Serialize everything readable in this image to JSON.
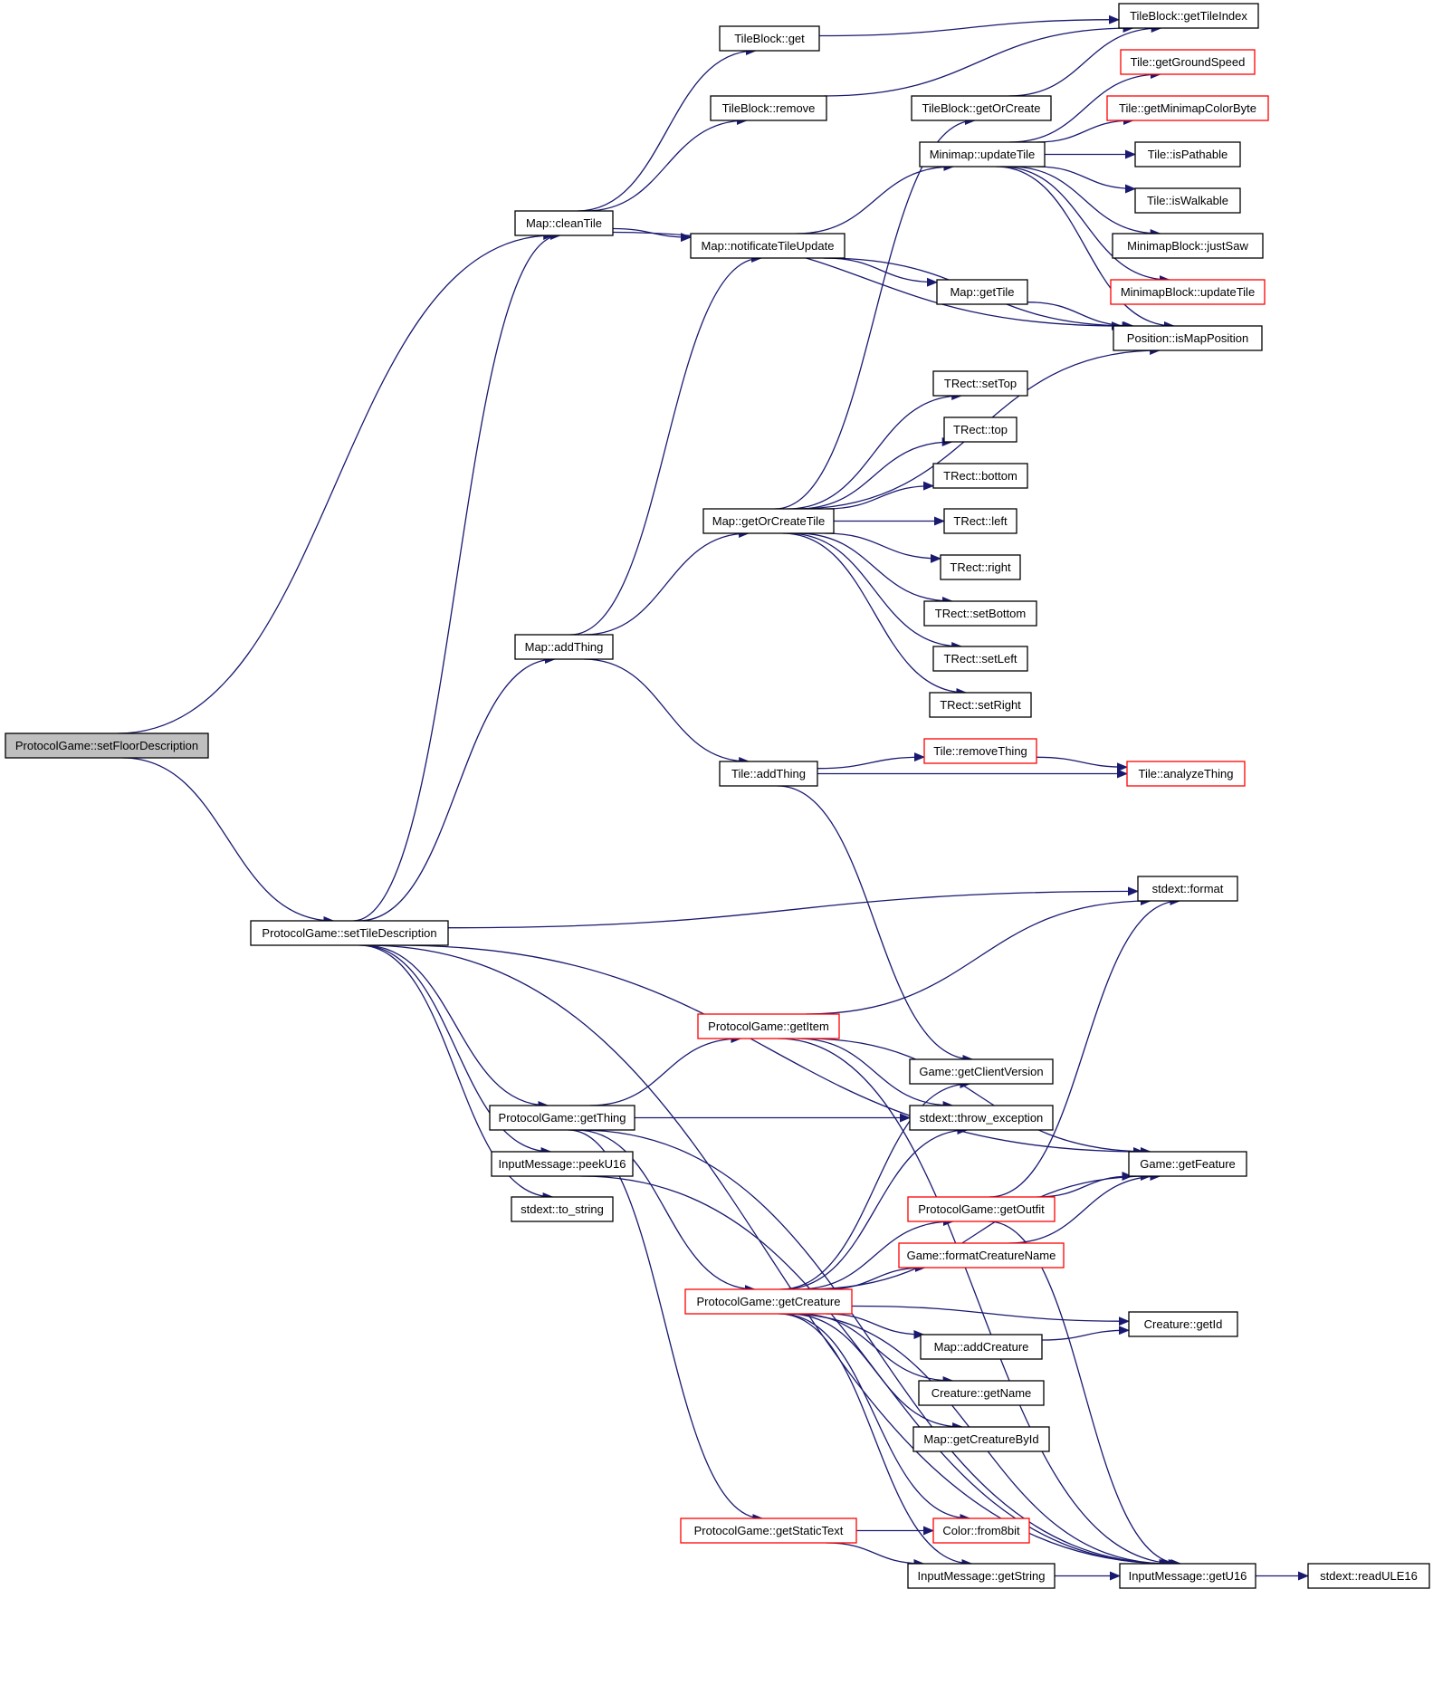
{
  "colors": {
    "edge": "#191970",
    "normal_border": "#000000",
    "truncated_border": "#ff0000",
    "root_fill": "#bfbfbf",
    "node_fill": "#ffffff"
  },
  "nodes": [
    {
      "id": "setFloorDescription",
      "label": "ProtocolGame::setFloorDescription",
      "style": "root"
    },
    {
      "id": "cleanTile",
      "label": "Map::cleanTile",
      "style": "normal"
    },
    {
      "id": "addThingMap",
      "label": "Map::addThing",
      "style": "normal"
    },
    {
      "id": "setTileDescription",
      "label": "ProtocolGame::setTileDescription",
      "style": "normal"
    },
    {
      "id": "tbGet",
      "label": "TileBlock::get",
      "style": "normal"
    },
    {
      "id": "tbRemove",
      "label": "TileBlock::remove",
      "style": "normal"
    },
    {
      "id": "tbGetTileIndex",
      "label": "TileBlock::getTileIndex",
      "style": "normal"
    },
    {
      "id": "tbGetOrCreate",
      "label": "TileBlock::getOrCreate",
      "style": "normal"
    },
    {
      "id": "notificateTileUpdate",
      "label": "Map::notificateTileUpdate",
      "style": "normal"
    },
    {
      "id": "minimapUpdateTile",
      "label": "Minimap::updateTile",
      "style": "normal"
    },
    {
      "id": "getGroundSpeed",
      "label": "Tile::getGroundSpeed",
      "style": "truncated"
    },
    {
      "id": "getMinimapColorByte",
      "label": "Tile::getMinimapColorByte",
      "style": "truncated"
    },
    {
      "id": "isPathable",
      "label": "Tile::isPathable",
      "style": "normal"
    },
    {
      "id": "isWalkable",
      "label": "Tile::isWalkable",
      "style": "normal"
    },
    {
      "id": "justSaw",
      "label": "MinimapBlock::justSaw",
      "style": "normal"
    },
    {
      "id": "mbUpdateTile",
      "label": "MinimapBlock::updateTile",
      "style": "truncated"
    },
    {
      "id": "getTile",
      "label": "Map::getTile",
      "style": "normal"
    },
    {
      "id": "isMapPosition",
      "label": "Position::isMapPosition",
      "style": "normal"
    },
    {
      "id": "getOrCreateTile",
      "label": "Map::getOrCreateTile",
      "style": "normal"
    },
    {
      "id": "setTop",
      "label": "TRect::setTop",
      "style": "normal"
    },
    {
      "id": "top",
      "label": "TRect::top",
      "style": "normal"
    },
    {
      "id": "bottom",
      "label": "TRect::bottom",
      "style": "normal"
    },
    {
      "id": "left",
      "label": "TRect::left",
      "style": "normal"
    },
    {
      "id": "right",
      "label": "TRect::right",
      "style": "normal"
    },
    {
      "id": "setBottom",
      "label": "TRect::setBottom",
      "style": "normal"
    },
    {
      "id": "setLeft",
      "label": "TRect::setLeft",
      "style": "normal"
    },
    {
      "id": "setRight",
      "label": "TRect::setRight",
      "style": "normal"
    },
    {
      "id": "tileAddThing",
      "label": "Tile::addThing",
      "style": "normal"
    },
    {
      "id": "removeThing",
      "label": "Tile::removeThing",
      "style": "truncated"
    },
    {
      "id": "analyzeThing",
      "label": "Tile::analyzeThing",
      "style": "truncated"
    },
    {
      "id": "format",
      "label": "stdext::format",
      "style": "normal"
    },
    {
      "id": "getItem",
      "label": "ProtocolGame::getItem",
      "style": "truncated"
    },
    {
      "id": "getClientVersion",
      "label": "Game::getClientVersion",
      "style": "normal"
    },
    {
      "id": "throwException",
      "label": "stdext::throw_exception",
      "style": "normal"
    },
    {
      "id": "getThing",
      "label": "ProtocolGame::getThing",
      "style": "normal"
    },
    {
      "id": "getFeature",
      "label": "Game::getFeature",
      "style": "normal"
    },
    {
      "id": "peekU16",
      "label": "InputMessage::peekU16",
      "style": "normal"
    },
    {
      "id": "getOutfit",
      "label": "ProtocolGame::getOutfit",
      "style": "truncated"
    },
    {
      "id": "toString",
      "label": "stdext::to_string",
      "style": "normal"
    },
    {
      "id": "formatCreatureName",
      "label": "Game::formatCreatureName",
      "style": "truncated"
    },
    {
      "id": "getCreature",
      "label": "ProtocolGame::getCreature",
      "style": "truncated"
    },
    {
      "id": "getId",
      "label": "Creature::getId",
      "style": "normal"
    },
    {
      "id": "addCreature",
      "label": "Map::addCreature",
      "style": "normal"
    },
    {
      "id": "getName",
      "label": "Creature::getName",
      "style": "normal"
    },
    {
      "id": "getCreatureById",
      "label": "Map::getCreatureById",
      "style": "normal"
    },
    {
      "id": "getStaticText",
      "label": "ProtocolGame::getStaticText",
      "style": "truncated"
    },
    {
      "id": "from8bit",
      "label": "Color::from8bit",
      "style": "truncated"
    },
    {
      "id": "getString",
      "label": "InputMessage::getString",
      "style": "normal"
    },
    {
      "id": "getU16",
      "label": "InputMessage::getU16",
      "style": "normal"
    },
    {
      "id": "readULE16",
      "label": "stdext::readULE16",
      "style": "normal"
    }
  ],
  "edges": [
    [
      "setFloorDescription",
      "cleanTile"
    ],
    [
      "setFloorDescription",
      "setTileDescription"
    ],
    [
      "cleanTile",
      "tbGet"
    ],
    [
      "cleanTile",
      "tbRemove"
    ],
    [
      "cleanTile",
      "notificateTileUpdate"
    ],
    [
      "cleanTile",
      "isMapPosition"
    ],
    [
      "tbGet",
      "tbGetTileIndex"
    ],
    [
      "tbRemove",
      "tbGetTileIndex"
    ],
    [
      "tbGetOrCreate",
      "tbGetTileIndex"
    ],
    [
      "notificateTileUpdate",
      "minimapUpdateTile"
    ],
    [
      "notificateTileUpdate",
      "getTile"
    ],
    [
      "notificateTileUpdate",
      "isMapPosition"
    ],
    [
      "minimapUpdateTile",
      "getGroundSpeed"
    ],
    [
      "minimapUpdateTile",
      "getMinimapColorByte"
    ],
    [
      "minimapUpdateTile",
      "isPathable"
    ],
    [
      "minimapUpdateTile",
      "isWalkable"
    ],
    [
      "minimapUpdateTile",
      "justSaw"
    ],
    [
      "minimapUpdateTile",
      "mbUpdateTile"
    ],
    [
      "minimapUpdateTile",
      "isMapPosition"
    ],
    [
      "getTile",
      "isMapPosition"
    ],
    [
      "addThingMap",
      "notificateTileUpdate"
    ],
    [
      "addThingMap",
      "getOrCreateTile"
    ],
    [
      "addThingMap",
      "tileAddThing"
    ],
    [
      "getOrCreateTile",
      "tbGetOrCreate"
    ],
    [
      "getOrCreateTile",
      "isMapPosition"
    ],
    [
      "getOrCreateTile",
      "setTop"
    ],
    [
      "getOrCreateTile",
      "top"
    ],
    [
      "getOrCreateTile",
      "bottom"
    ],
    [
      "getOrCreateTile",
      "left"
    ],
    [
      "getOrCreateTile",
      "right"
    ],
    [
      "getOrCreateTile",
      "setBottom"
    ],
    [
      "getOrCreateTile",
      "setLeft"
    ],
    [
      "getOrCreateTile",
      "setRight"
    ],
    [
      "tileAddThing",
      "removeThing"
    ],
    [
      "tileAddThing",
      "analyzeThing"
    ],
    [
      "tileAddThing",
      "getClientVersion"
    ],
    [
      "removeThing",
      "analyzeThing"
    ],
    [
      "setTileDescription",
      "cleanTile"
    ],
    [
      "setTileDescription",
      "addThingMap"
    ],
    [
      "setTileDescription",
      "format"
    ],
    [
      "setTileDescription",
      "getFeature"
    ],
    [
      "setTileDescription",
      "getThing"
    ],
    [
      "setTileDescription",
      "peekU16"
    ],
    [
      "setTileDescription",
      "toString"
    ],
    [
      "setTileDescription",
      "getU16"
    ],
    [
      "getThing",
      "getItem"
    ],
    [
      "getThing",
      "throwException"
    ],
    [
      "getThing",
      "getCreature"
    ],
    [
      "getThing",
      "getStaticText"
    ],
    [
      "getThing",
      "getU16"
    ],
    [
      "getItem",
      "format"
    ],
    [
      "getItem",
      "getFeature"
    ],
    [
      "getItem",
      "throwException"
    ],
    [
      "getItem",
      "getU16"
    ],
    [
      "peekU16",
      "getU16"
    ],
    [
      "getCreature",
      "getClientVersion"
    ],
    [
      "getCreature",
      "throwException"
    ],
    [
      "getCreature",
      "getFeature"
    ],
    [
      "getCreature",
      "getOutfit"
    ],
    [
      "getCreature",
      "formatCreatureName"
    ],
    [
      "getCreature",
      "getId"
    ],
    [
      "getCreature",
      "addCreature"
    ],
    [
      "getCreature",
      "getName"
    ],
    [
      "getCreature",
      "getCreatureById"
    ],
    [
      "getCreature",
      "from8bit"
    ],
    [
      "getCreature",
      "getString"
    ],
    [
      "getCreature",
      "getU16"
    ],
    [
      "getOutfit",
      "format"
    ],
    [
      "getOutfit",
      "getFeature"
    ],
    [
      "getOutfit",
      "getU16"
    ],
    [
      "formatCreatureName",
      "getFeature"
    ],
    [
      "addCreature",
      "getId"
    ],
    [
      "getStaticText",
      "from8bit"
    ],
    [
      "getStaticText",
      "getString"
    ],
    [
      "getString",
      "getU16"
    ],
    [
      "getU16",
      "readULE16"
    ]
  ]
}
